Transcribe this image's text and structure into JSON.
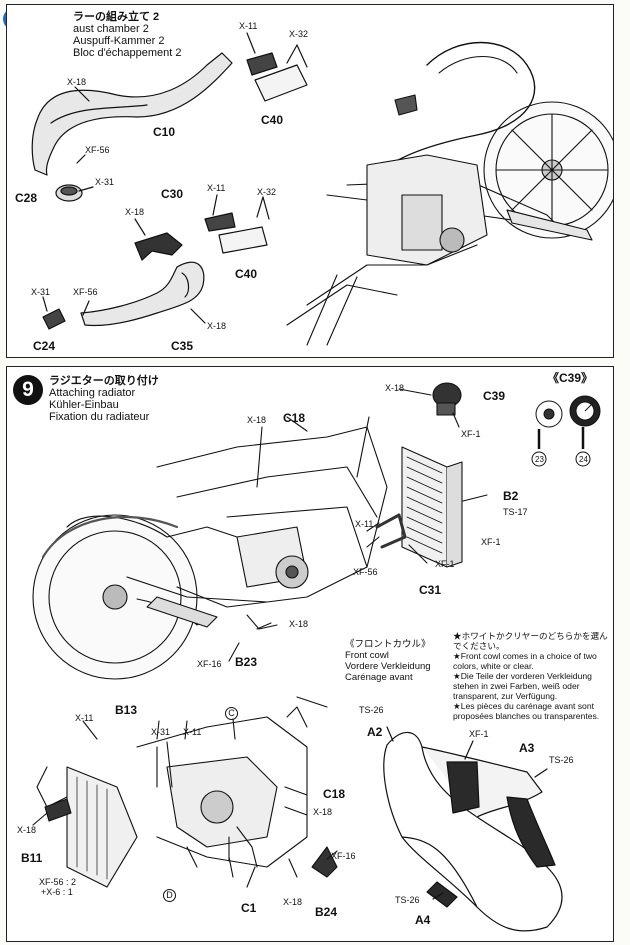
{
  "step8": {
    "title_jp": "ラーの組み立て 2",
    "title_en": "aust chamber 2",
    "title_de": "Auspuff-Kammer 2",
    "title_fr": "Bloc d'échappement 2"
  },
  "step9": {
    "number": "9",
    "title_jp": "ラジエターの取り付け",
    "title_en": "Attaching radiator",
    "title_de": "Kühler-Einbau",
    "title_fr": "Fixation du radiateur"
  },
  "c39_box": {
    "title": "《C39》",
    "decal_left": "23",
    "decal_right": "24"
  },
  "front_cowl": {
    "title_jp": "《フロントカウル》",
    "title_en": "Front cowl",
    "title_de": "Vordere Verkleidung",
    "title_fr": "Carénage avant"
  },
  "notes": [
    "★ホワイトかクリヤーのどちらかを選んでください。",
    "★Front cowl comes in a choice of two colors, white or clear.",
    "★Die Teile der vorderen Verkleidung stehen in zwei Farben, weiß oder transparent, zur Verfügung.",
    "★Les pièces du carénage avant sont proposées blanches ou transparentes."
  ],
  "labels_top": {
    "x11a": "X-11",
    "x32a": "X-32",
    "x18a": "X-18",
    "xf56a": "XF-56",
    "x31a": "X-31",
    "c10": "C10",
    "c40a": "C40",
    "c28": "C28",
    "c30": "C30",
    "x11b": "X-11",
    "x32b": "X-32",
    "x18b": "X-18",
    "c40b": "C40",
    "x31b": "X-31",
    "xf56b": "XF-56",
    "x18c": "X-18",
    "c24": "C24",
    "c35": "C35"
  },
  "labels_mid": {
    "x18a": "X-18",
    "c39": "C39",
    "xf1a": "XF-1",
    "x18b": "X-18",
    "c18a": "C18",
    "b2": "B2",
    "ts17": "TS-17",
    "x11a": "X-11",
    "xf1b": "XF-1",
    "xf1c": "XF-1",
    "xf56": "XF-56",
    "c31": "C31",
    "x18c": "X-18",
    "xf16": "XF-16",
    "b23": "B23"
  },
  "labels_bottom": {
    "x11a": "X-11",
    "b13": "B13",
    "x31": "X-31",
    "x11b": "X-11",
    "c": "C",
    "c18": "C18",
    "x18a": "X-18",
    "x18b": "X-18",
    "b11": "B11",
    "xf56mix1": "XF-56 : 2",
    "xf56mix2": "+X-6 : 1",
    "d": "D",
    "c1": "C1",
    "x18c": "X-18",
    "xf16": "XF-16",
    "b24": "B24",
    "ts26a": "TS-26",
    "a2": "A2",
    "xf1": "XF-1",
    "a3": "A3",
    "ts26b": "TS-26",
    "ts26c": "TS-26",
    "a4": "A4"
  },
  "colors": {
    "ink": "#111111",
    "panel_border": "#222222",
    "paint_dark": "#2a2a2a"
  }
}
